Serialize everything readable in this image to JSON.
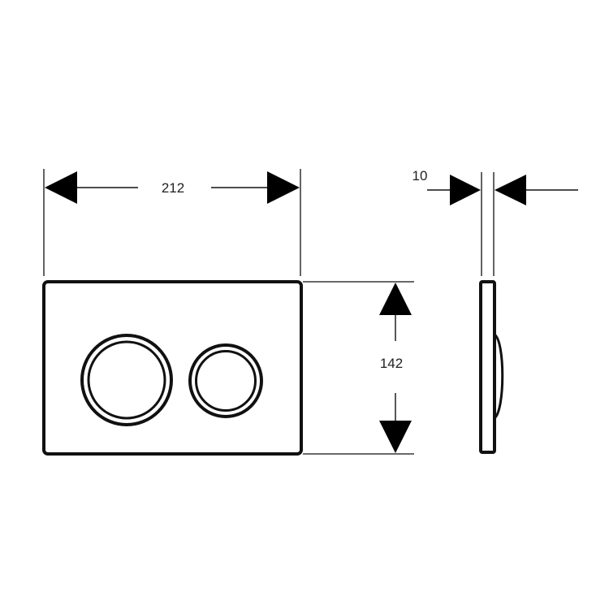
{
  "dimensions": {
    "width_label": "212",
    "height_label": "142",
    "depth_label": "10"
  },
  "colors": {
    "line": "#111111",
    "arrow": "#000000",
    "background": "#ffffff"
  }
}
